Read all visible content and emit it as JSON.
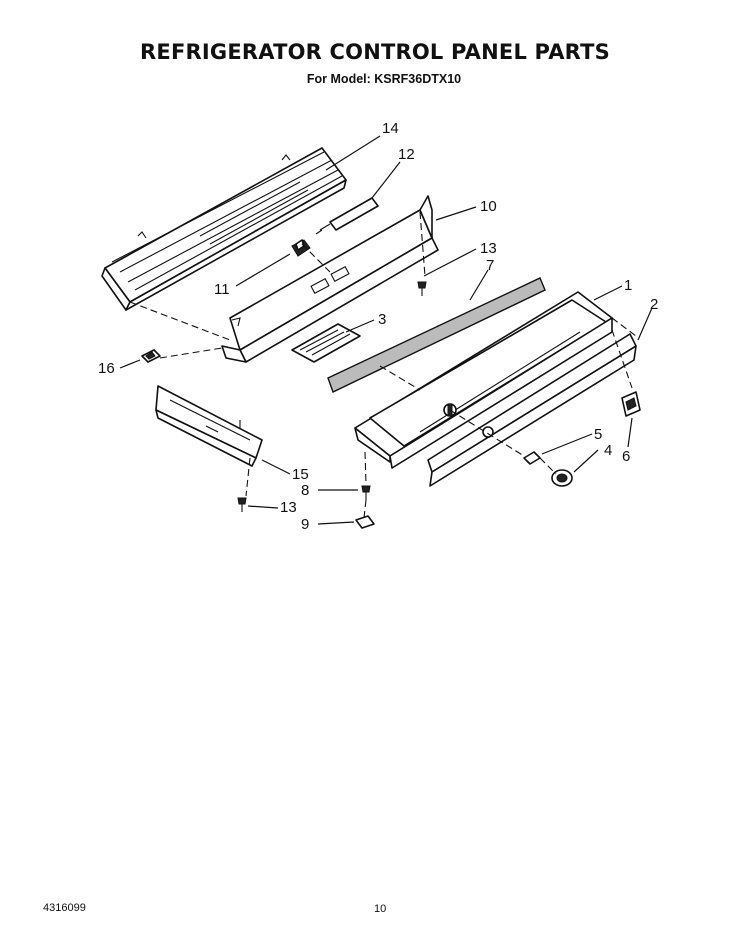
{
  "title": "REFRIGERATOR CONTROL PANEL PARTS",
  "subtitle": "For Model: KSRF36DTX10",
  "footer": {
    "doc_number": "4316099",
    "page_number": "10"
  },
  "callouts": {
    "c1": "1",
    "c2": "2",
    "c3": "3",
    "c4": "4",
    "c5": "5",
    "c6": "6",
    "c7": "7",
    "c8": "8",
    "c9": "9",
    "c10": "10",
    "c11": "11",
    "c12": "12",
    "c13a": "13",
    "c13b": "13",
    "c14": "14",
    "c15": "15",
    "c16": "16"
  }
}
